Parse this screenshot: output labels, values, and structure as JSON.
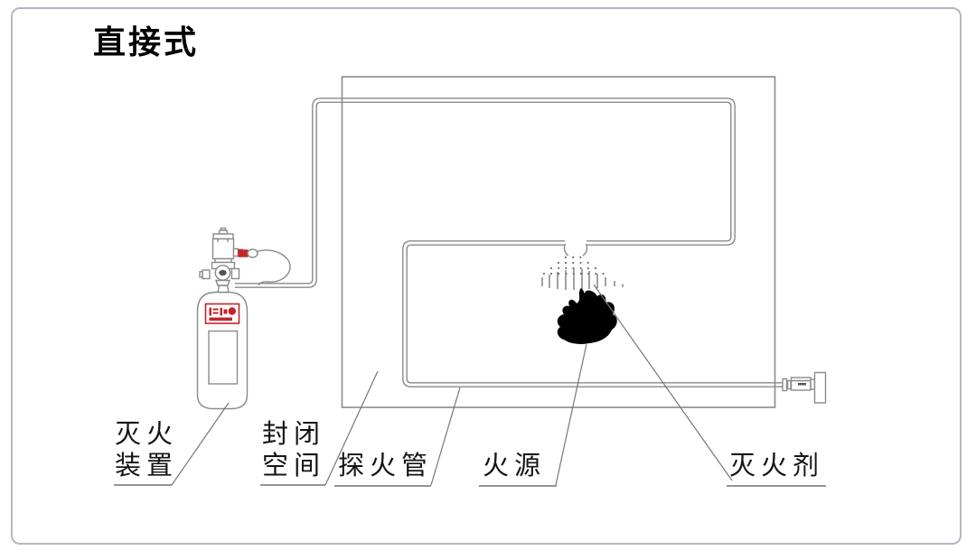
{
  "title": "直接式",
  "labels": {
    "device": [
      "灭火",
      "装置"
    ],
    "space": [
      "封闭",
      "空间"
    ],
    "tube": "探火管",
    "fire": "火源",
    "agent": "灭火剂"
  },
  "components": {
    "extinguisher_cylinder": "fire-extinguisher-cylinder",
    "cylinder_valve": "cylinder-valve-actuator",
    "detection_tube": "fire-detection-tube",
    "enclosure": "enclosed-space-box",
    "nozzle_spray": "agent-spray",
    "flame": "fire-source-flame",
    "end_fitting": "end-of-line-fitting"
  },
  "colors": {
    "line": "#8a8a8a",
    "leader": "#777777",
    "text": "#141414",
    "flame": "#000000",
    "brand_red": "#c4242b",
    "card_border": "#b6b6c2"
  }
}
